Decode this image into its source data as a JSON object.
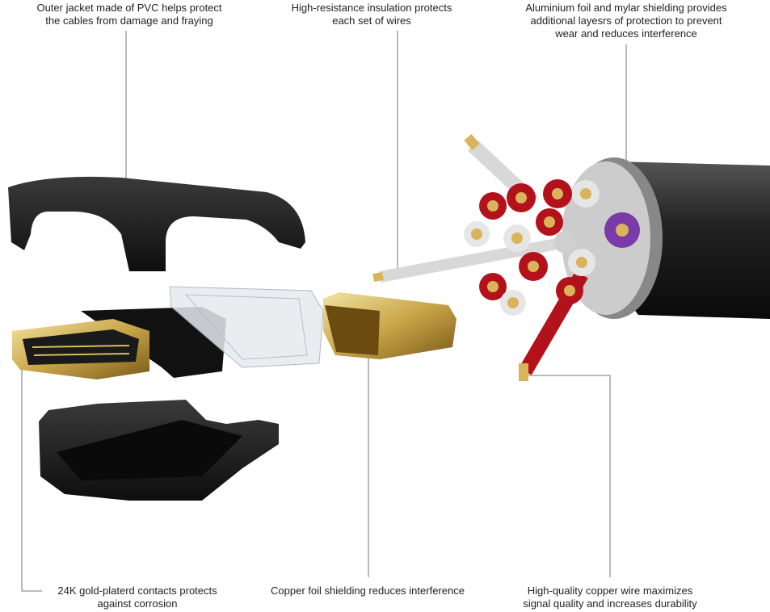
{
  "callouts": {
    "outer_jacket": [
      "Outer jacket made of PVC helps protect",
      "the cables from damage and fraying"
    ],
    "insulation": [
      "High-resistance insulation protects",
      "each set of wires"
    ],
    "shielding": [
      "Aluminium foil and mylar shielding provides",
      "additional layesrs of protection to prevent",
      "wear and reduces interference"
    ],
    "gold_contacts": [
      "24K gold-platerd contacts protects",
      "against corrosion"
    ],
    "copper_foil": [
      "Copper foil shielding reduces interference"
    ],
    "copper_wire": [
      "High-quality copper wire maximizes",
      "signal quality and increases durability"
    ]
  },
  "colors": {
    "housing": "#1c1c1c",
    "gold": "#c9a64a",
    "red_wire": "#b3121b",
    "purple_wire": "#7a3aa8",
    "white_wire": "#e6e6e6",
    "leader_line": "#777777"
  }
}
